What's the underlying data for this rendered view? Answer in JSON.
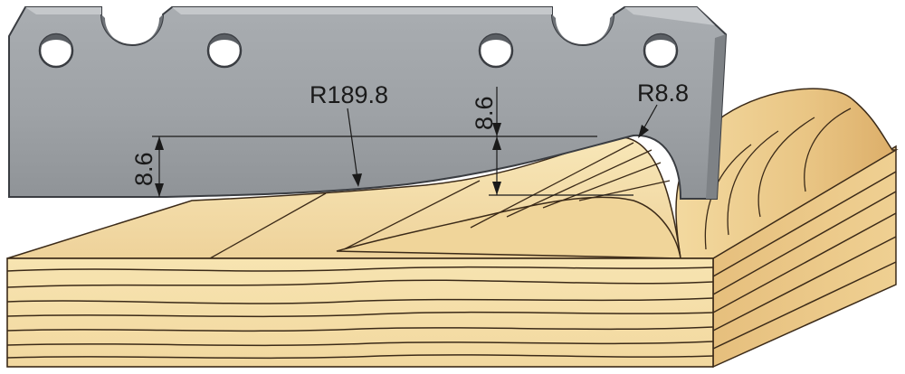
{
  "diagram": {
    "labels": {
      "radius_large": "R189.8",
      "radius_small": "R8.8",
      "depth_left": "8.6",
      "depth_right": "8.6"
    },
    "colors": {
      "knife_fill": "#9ea2a6",
      "knife_stroke": "#3a3d42",
      "wood_light": "#f6e2ad",
      "wood_mid": "#ecc98a",
      "wood_dark": "#deb06b",
      "grain_line": "#3b2a18",
      "dimension_line": "#1a1a1a"
    }
  }
}
